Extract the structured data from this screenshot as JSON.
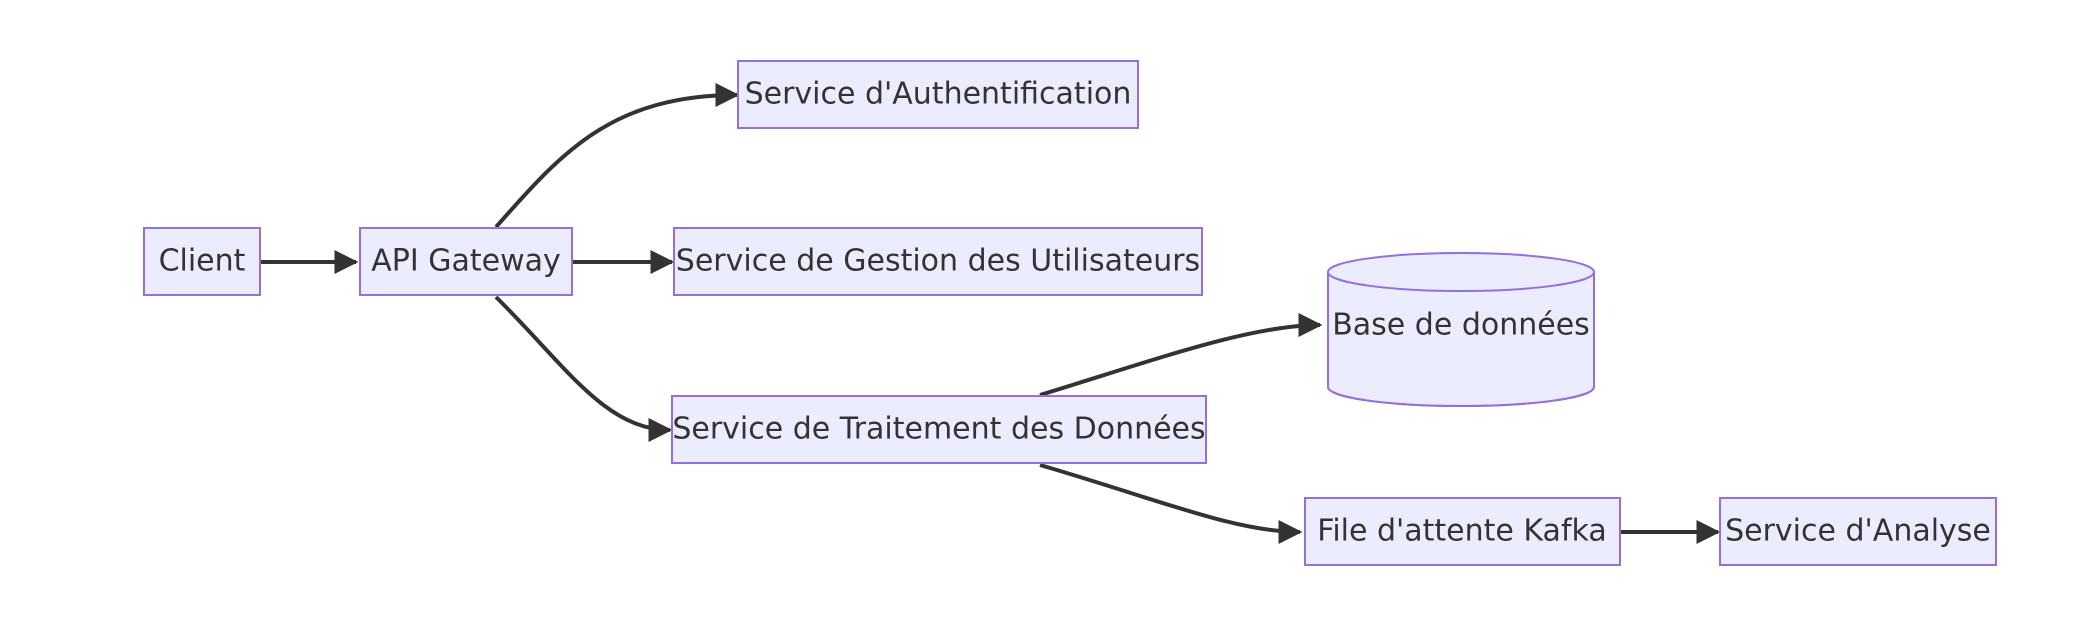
{
  "diagram": {
    "type": "flowchart",
    "direction": "left-to-right",
    "colors": {
      "node_fill": "#ECECFF",
      "node_border": "#9370DB",
      "edge": "#333333",
      "text": "#333333"
    },
    "nodes": {
      "client": "Client",
      "api_gateway": "API Gateway",
      "auth_service": "Service d'Authentification",
      "user_service": "Service de Gestion des Utilisateurs",
      "data_service": "Service de Traitement des Données",
      "database": "Base de données",
      "kafka_queue": "File d'attente Kafka",
      "analytics_service": "Service d'Analyse"
    },
    "node_shapes": {
      "client": "rectangle",
      "api_gateway": "rectangle",
      "auth_service": "rectangle",
      "user_service": "rectangle",
      "data_service": "rectangle",
      "database": "cylinder",
      "kafka_queue": "rectangle",
      "analytics_service": "rectangle"
    },
    "edges": [
      {
        "from": "client",
        "to": "api_gateway"
      },
      {
        "from": "api_gateway",
        "to": "auth_service"
      },
      {
        "from": "api_gateway",
        "to": "user_service"
      },
      {
        "from": "api_gateway",
        "to": "data_service"
      },
      {
        "from": "data_service",
        "to": "database"
      },
      {
        "from": "data_service",
        "to": "kafka_queue"
      },
      {
        "from": "kafka_queue",
        "to": "analytics_service"
      }
    ]
  }
}
